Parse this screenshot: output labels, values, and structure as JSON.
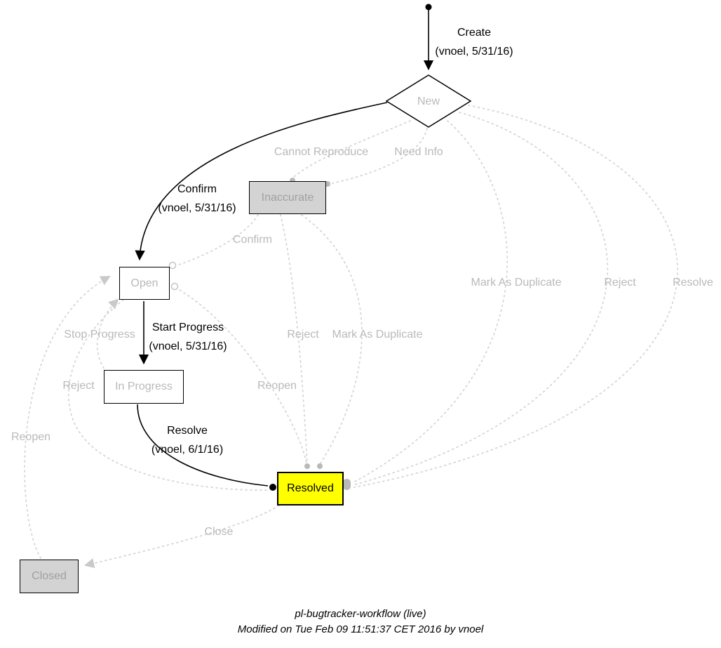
{
  "diagram": {
    "nodes": {
      "new": {
        "label": "New"
      },
      "inaccurate": {
        "label": "Inaccurate"
      },
      "open": {
        "label": "Open"
      },
      "in_progress": {
        "label": "In Progress"
      },
      "resolved": {
        "label": "Resolved"
      },
      "closed": {
        "label": "Closed"
      }
    },
    "edges": {
      "create": {
        "label": "Create",
        "detail": "(vnoel, 5/31/16)"
      },
      "confirm_main": {
        "label": "Confirm",
        "detail": "(vnoel, 5/31/16)"
      },
      "start_progress": {
        "label": "Start Progress",
        "detail": "(vnoel, 5/31/16)"
      },
      "resolve_main": {
        "label": "Resolve",
        "detail": "(vnoel, 6/1/16)"
      },
      "cannot_reproduce": {
        "label": "Cannot Reproduce"
      },
      "need_info": {
        "label": "Need Info"
      },
      "confirm_muted": {
        "label": "Confirm"
      },
      "mark_as_duplicate_right": {
        "label": "Mark As Duplicate"
      },
      "reject_right": {
        "label": "Reject"
      },
      "resolve_right": {
        "label": "Resolve"
      },
      "stop_progress": {
        "label": "Stop Progress"
      },
      "reject_mid": {
        "label": "Reject"
      },
      "mark_as_duplicate_mid": {
        "label": "Mark As Duplicate"
      },
      "reject_left": {
        "label": "Reject"
      },
      "reopen_mid": {
        "label": "Reopen"
      },
      "reopen_left": {
        "label": "Reopen"
      },
      "close": {
        "label": "Close"
      }
    },
    "colors": {
      "active_node": "#ffff00",
      "inactive_node": "#d3d3d3",
      "muted_text": "#b9b9b9",
      "dotted_line": "#d6d6d6",
      "solid_line": "#000000"
    }
  },
  "footer": {
    "title": "pl-bugtracker-workflow (live)",
    "modified": "Modified on Tue Feb 09 11:51:37 CET 2016 by vnoel"
  }
}
